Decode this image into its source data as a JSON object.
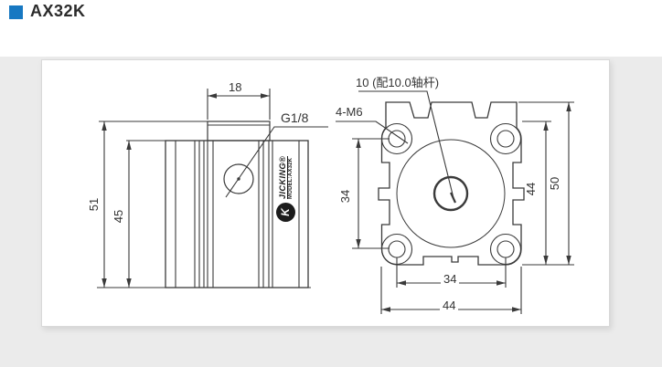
{
  "header": {
    "title": "AX32K"
  },
  "colors": {
    "accent_blue": "#1778c2",
    "line": "#3a3a3a"
  },
  "side_view": {
    "dim_cap_width": "18",
    "port_label": "G1/8",
    "dim_total_height": "51",
    "dim_body_height": "45",
    "brand_name": "JICKING®",
    "brand_model": "MODEL:AX32K",
    "brand_monogram": "K"
  },
  "front_view": {
    "rod_label": "10 (配10.0轴杆)",
    "holes_label": "4-M6",
    "dim_hole_pitch_v": "34",
    "dim_inner_height": "44",
    "dim_total_height": "50",
    "dim_hole_pitch_h": "34",
    "dim_width": "44"
  }
}
